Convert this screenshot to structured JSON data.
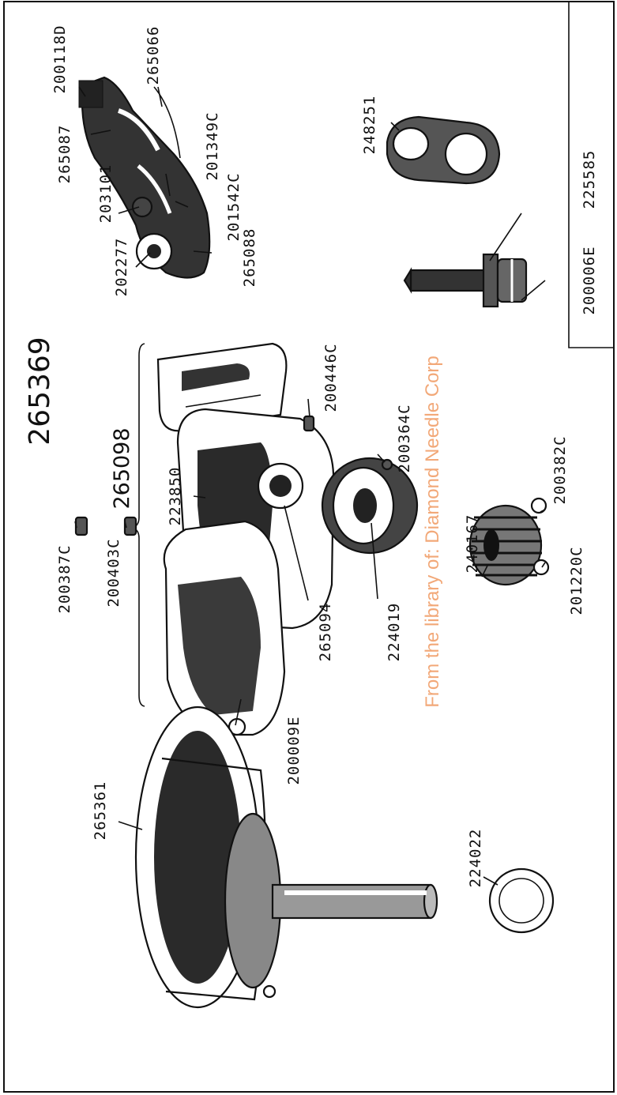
{
  "assembly_number": "265369",
  "subassembly_number": "265098",
  "watermark": "From the library of: Diamond Needle Corp",
  "part_labels": [
    "200118D",
    "265066",
    "265087",
    "201349C",
    "203101",
    "201542C",
    "202277",
    "265088",
    "248251",
    "225585",
    "200006E",
    "200446C",
    "200364C",
    "223850",
    "200382C",
    "240167",
    "201220C",
    "224019",
    "265094",
    "200387C",
    "200403C",
    "200009E",
    "265361",
    "224022"
  ]
}
